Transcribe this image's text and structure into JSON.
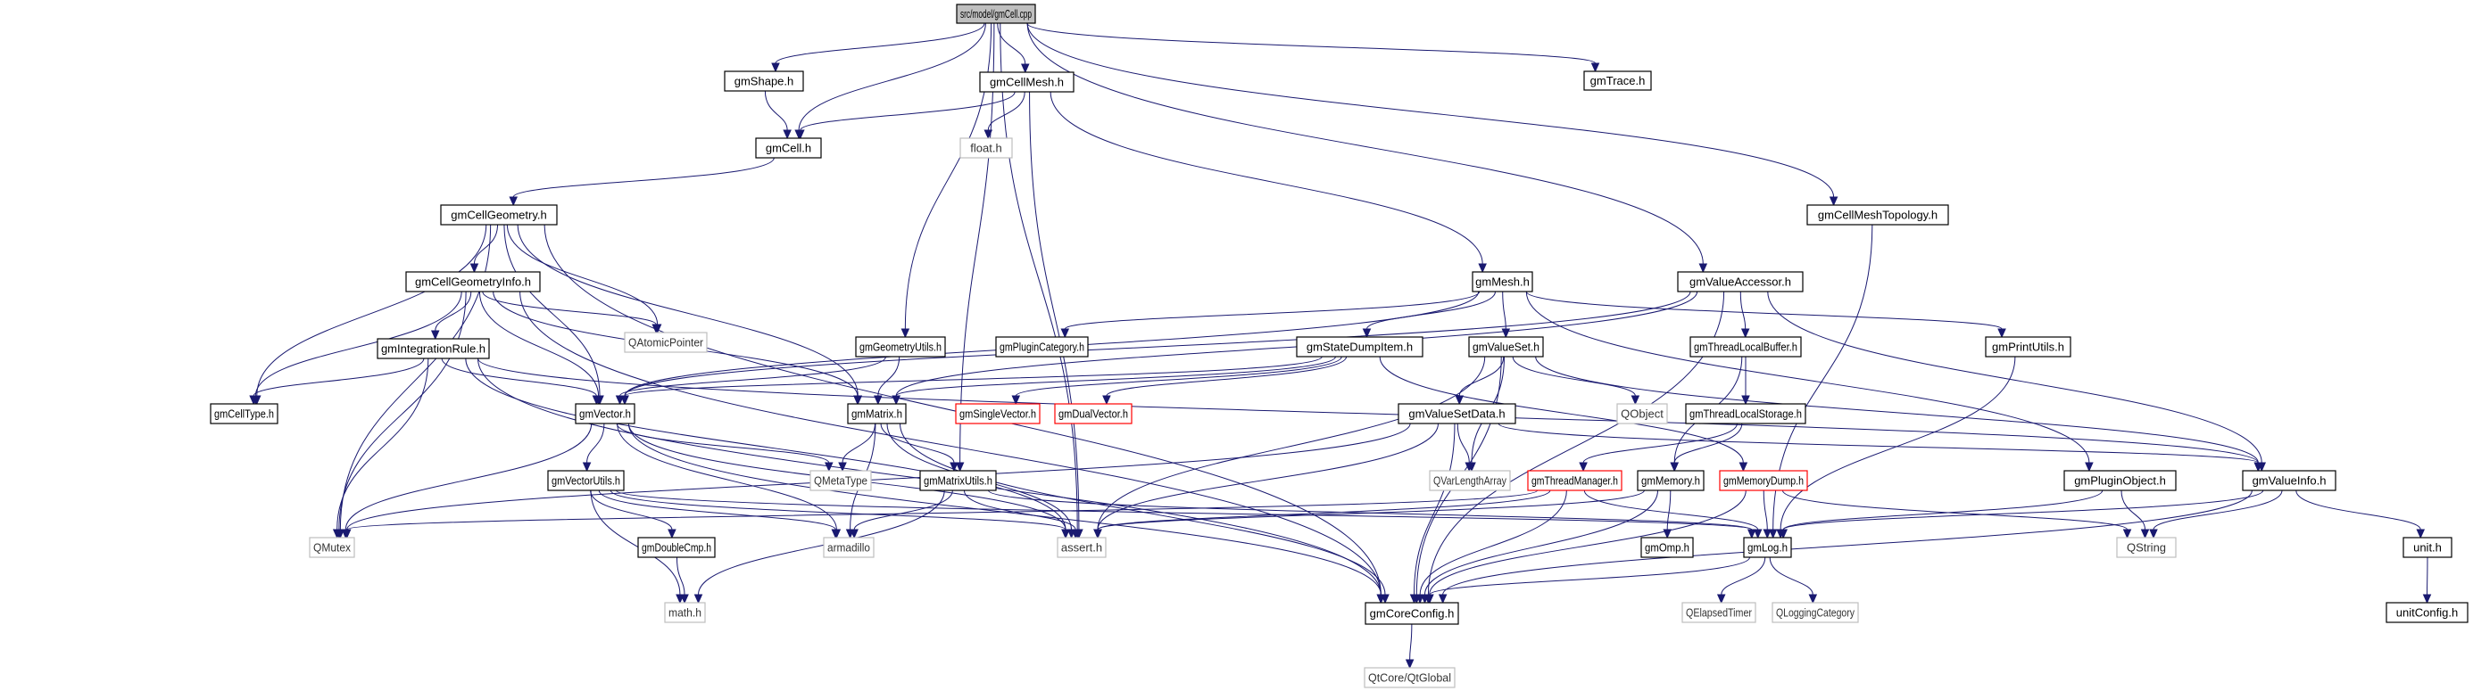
{
  "title": "src/model/gmCell.cpp",
  "colors": {
    "edge": "#191970",
    "internal_border": "#000000",
    "external_border": "#bfbfbf",
    "missing_border": "#ff0000",
    "root_fill": "#bfbfbf"
  },
  "nodes": [
    {
      "id": "root",
      "label": "src/model/gmCell.cpp",
      "kind": "root"
    },
    {
      "id": "gmTrace",
      "label": "gmTrace.h",
      "kind": "internal"
    },
    {
      "id": "gmShape",
      "label": "gmShape.h",
      "kind": "internal"
    },
    {
      "id": "gmCellMesh",
      "label": "gmCellMesh.h",
      "kind": "internal"
    },
    {
      "id": "gmCell",
      "label": "gmCell.h",
      "kind": "internal"
    },
    {
      "id": "float",
      "label": "float.h",
      "kind": "external"
    },
    {
      "id": "gmCellGeometry",
      "label": "gmCellGeometry.h",
      "kind": "internal"
    },
    {
      "id": "gmCellMeshTopology",
      "label": "gmCellMeshTopology.h",
      "kind": "internal"
    },
    {
      "id": "gmCellGeometryInfo",
      "label": "gmCellGeometryInfo.h",
      "kind": "internal"
    },
    {
      "id": "gmMesh",
      "label": "gmMesh.h",
      "kind": "internal"
    },
    {
      "id": "gmValueAccessor",
      "label": "gmValueAccessor.h",
      "kind": "internal"
    },
    {
      "id": "QAtomicPointer",
      "label": "QAtomicPointer",
      "kind": "external"
    },
    {
      "id": "gmIntegrationRule",
      "label": "gmIntegrationRule.h",
      "kind": "internal"
    },
    {
      "id": "gmGeometryUtils",
      "label": "gmGeometryUtils.h",
      "kind": "internal"
    },
    {
      "id": "gmPluginCategory",
      "label": "gmPluginCategory.h",
      "kind": "internal"
    },
    {
      "id": "gmStateDumpItem",
      "label": "gmStateDumpItem.h",
      "kind": "internal"
    },
    {
      "id": "gmValueSet",
      "label": "gmValueSet.h",
      "kind": "internal"
    },
    {
      "id": "gmThreadLocalBuffer",
      "label": "gmThreadLocalBuffer.h",
      "kind": "internal"
    },
    {
      "id": "gmPrintUtils",
      "label": "gmPrintUtils.h",
      "kind": "internal"
    },
    {
      "id": "gmCellType",
      "label": "gmCellType.h",
      "kind": "internal"
    },
    {
      "id": "gmVector",
      "label": "gmVector.h",
      "kind": "internal"
    },
    {
      "id": "gmMatrix",
      "label": "gmMatrix.h",
      "kind": "internal"
    },
    {
      "id": "gmSingleVector",
      "label": "gmSingleVector.h",
      "kind": "missing"
    },
    {
      "id": "gmDualVector",
      "label": "gmDualVector.h",
      "kind": "missing"
    },
    {
      "id": "gmValueSetData",
      "label": "gmValueSetData.h",
      "kind": "internal"
    },
    {
      "id": "QObject",
      "label": "QObject",
      "kind": "external"
    },
    {
      "id": "gmThreadLocalStorage",
      "label": "gmThreadLocalStorage.h",
      "kind": "internal"
    },
    {
      "id": "QMetaType",
      "label": "QMetaType",
      "kind": "external"
    },
    {
      "id": "gmVectorUtils",
      "label": "gmVectorUtils.h",
      "kind": "internal"
    },
    {
      "id": "gmMatrixUtils",
      "label": "gmMatrixUtils.h",
      "kind": "internal"
    },
    {
      "id": "QVarLengthArray",
      "label": "QVarLengthArray",
      "kind": "external"
    },
    {
      "id": "gmThreadManager",
      "label": "gmThreadManager.h",
      "kind": "missing"
    },
    {
      "id": "gmMemory",
      "label": "gmMemory.h",
      "kind": "internal"
    },
    {
      "id": "gmMemoryDump",
      "label": "gmMemoryDump.h",
      "kind": "missing"
    },
    {
      "id": "gmPluginObject",
      "label": "gmPluginObject.h",
      "kind": "internal"
    },
    {
      "id": "gmValueInfo",
      "label": "gmValueInfo.h",
      "kind": "internal"
    },
    {
      "id": "QMutex",
      "label": "QMutex",
      "kind": "external"
    },
    {
      "id": "armadillo",
      "label": "armadillo",
      "kind": "external"
    },
    {
      "id": "assert",
      "label": "assert.h",
      "kind": "external"
    },
    {
      "id": "gmDoubleCmp",
      "label": "gmDoubleCmp.h",
      "kind": "internal"
    },
    {
      "id": "gmOmp",
      "label": "gmOmp.h",
      "kind": "internal"
    },
    {
      "id": "gmLog",
      "label": "gmLog.h",
      "kind": "internal"
    },
    {
      "id": "QString",
      "label": "QString",
      "kind": "external"
    },
    {
      "id": "unit",
      "label": "unit.h",
      "kind": "internal"
    },
    {
      "id": "math",
      "label": "math.h",
      "kind": "external"
    },
    {
      "id": "gmCoreConfig",
      "label": "gmCoreConfig.h",
      "kind": "internal"
    },
    {
      "id": "QElapsedTimer",
      "label": "QElapsedTimer",
      "kind": "external"
    },
    {
      "id": "QLoggingCategory",
      "label": "QLoggingCategory",
      "kind": "external"
    },
    {
      "id": "unitConfig",
      "label": "unitConfig.h",
      "kind": "internal"
    },
    {
      "id": "QtGlobal",
      "label": "QtCore/QtGlobal",
      "kind": "external"
    }
  ],
  "edges": [
    [
      "root",
      "gmShape"
    ],
    [
      "root",
      "gmCell"
    ],
    [
      "root",
      "gmCellMesh"
    ],
    [
      "root",
      "gmTrace"
    ],
    [
      "root",
      "gmGeometryUtils"
    ],
    [
      "root",
      "gmMatrixUtils"
    ],
    [
      "root",
      "assert"
    ],
    [
      "root",
      "gmCellMeshTopology"
    ],
    [
      "root",
      "gmValueAccessor"
    ],
    [
      "gmShape",
      "gmCell"
    ],
    [
      "gmCellMesh",
      "gmCell"
    ],
    [
      "gmCellMesh",
      "float"
    ],
    [
      "gmCellMesh",
      "gmMesh"
    ],
    [
      "gmCellMesh",
      "assert"
    ],
    [
      "gmCell",
      "gmCellGeometry"
    ],
    [
      "gmCellGeometry",
      "gmCellGeometryInfo"
    ],
    [
      "gmCellGeometry",
      "QAtomicPointer"
    ],
    [
      "gmCellGeometry",
      "gmCellType"
    ],
    [
      "gmCellGeometry",
      "gmVector"
    ],
    [
      "gmCellGeometry",
      "gmMatrix"
    ],
    [
      "gmCellGeometry",
      "QMutex"
    ],
    [
      "gmCellGeometry",
      "gmCoreConfig"
    ],
    [
      "gmCellGeometryInfo",
      "gmIntegrationRule"
    ],
    [
      "gmCellGeometryInfo",
      "gmCellType"
    ],
    [
      "gmCellGeometryInfo",
      "gmVector"
    ],
    [
      "gmCellGeometryInfo",
      "gmMatrix"
    ],
    [
      "gmCellGeometryInfo",
      "QAtomicPointer"
    ],
    [
      "gmCellGeometryInfo",
      "QMutex"
    ],
    [
      "gmCellGeometryInfo",
      "gmCoreConfig"
    ],
    [
      "gmIntegrationRule",
      "gmCellType"
    ],
    [
      "gmIntegrationRule",
      "gmVector"
    ],
    [
      "gmIntegrationRule",
      "QMutex"
    ],
    [
      "gmIntegrationRule",
      "assert"
    ],
    [
      "gmIntegrationRule",
      "gmCoreConfig"
    ],
    [
      "gmIntegrationRule",
      "gmValueInfo"
    ],
    [
      "gmGeometryUtils",
      "gmVector"
    ],
    [
      "gmGeometryUtils",
      "gmMatrix"
    ],
    [
      "gmMesh",
      "gmPluginCategory"
    ],
    [
      "gmMesh",
      "gmStateDumpItem"
    ],
    [
      "gmMesh",
      "gmValueSet"
    ],
    [
      "gmMesh",
      "gmPrintUtils"
    ],
    [
      "gmMesh",
      "gmVector"
    ],
    [
      "gmMesh",
      "gmPluginObject"
    ],
    [
      "gmValueAccessor",
      "gmThreadLocalBuffer"
    ],
    [
      "gmValueAccessor",
      "gmValueInfo"
    ],
    [
      "gmValueAccessor",
      "gmVector"
    ],
    [
      "gmValueAccessor",
      "gmMatrix"
    ],
    [
      "gmValueAccessor",
      "gmCoreConfig"
    ],
    [
      "gmStateDumpItem",
      "gmSingleVector"
    ],
    [
      "gmStateDumpItem",
      "gmDualVector"
    ],
    [
      "gmStateDumpItem",
      "gmVector"
    ],
    [
      "gmStateDumpItem",
      "gmMatrix"
    ],
    [
      "gmStateDumpItem",
      "gmMemoryDump"
    ],
    [
      "gmValueSet",
      "gmValueSetData"
    ],
    [
      "gmValueSet",
      "QObject"
    ],
    [
      "gmValueSet",
      "QVarLengthArray"
    ],
    [
      "gmValueSet",
      "assert"
    ],
    [
      "gmValueSet",
      "gmCoreConfig"
    ],
    [
      "gmValueSet",
      "gmValueInfo"
    ],
    [
      "gmValueSetData",
      "QVarLengthArray"
    ],
    [
      "gmValueSetData",
      "QMutex"
    ],
    [
      "gmValueSetData",
      "assert"
    ],
    [
      "gmValueSetData",
      "gmCoreConfig"
    ],
    [
      "gmValueSetData",
      "gmValueInfo"
    ],
    [
      "gmThreadLocalBuffer",
      "gmThreadLocalStorage"
    ],
    [
      "gmThreadLocalBuffer",
      "gmMemory"
    ],
    [
      "gmThreadLocalStorage",
      "gmThreadManager"
    ],
    [
      "gmThreadLocalStorage",
      "gmMemory"
    ],
    [
      "gmPrintUtils",
      "gmLog"
    ],
    [
      "gmCellMeshTopology",
      "gmLog"
    ],
    [
      "gmVector",
      "gmVectorUtils"
    ],
    [
      "gmVector",
      "QMetaType"
    ],
    [
      "gmVector",
      "armadillo"
    ],
    [
      "gmVector",
      "assert"
    ],
    [
      "gmVector",
      "gmCoreConfig"
    ],
    [
      "gmVector",
      "QMutex"
    ],
    [
      "gmMatrix",
      "QMetaType"
    ],
    [
      "gmMatrix",
      "gmMatrixUtils"
    ],
    [
      "gmMatrix",
      "armadillo"
    ],
    [
      "gmMatrix",
      "assert"
    ],
    [
      "gmMatrix",
      "gmCoreConfig"
    ],
    [
      "gmVectorUtils",
      "gmDoubleCmp"
    ],
    [
      "gmVectorUtils",
      "math"
    ],
    [
      "gmVectorUtils",
      "armadillo"
    ],
    [
      "gmVectorUtils",
      "assert"
    ],
    [
      "gmVectorUtils",
      "gmLog"
    ],
    [
      "gmMatrixUtils",
      "armadillo"
    ],
    [
      "gmMatrixUtils",
      "math"
    ],
    [
      "gmMatrixUtils",
      "assert"
    ],
    [
      "gmMatrixUtils",
      "gmLog"
    ],
    [
      "gmDoubleCmp",
      "math"
    ],
    [
      "gmThreadManager",
      "gmLog"
    ],
    [
      "gmThreadManager",
      "assert"
    ],
    [
      "gmThreadManager",
      "gmCoreConfig"
    ],
    [
      "gmThreadManager",
      "QMutex"
    ],
    [
      "gmMemory",
      "gmOmp"
    ],
    [
      "gmMemory",
      "assert"
    ],
    [
      "gmMemory",
      "gmCoreConfig"
    ],
    [
      "gmMemoryDump",
      "gmLog"
    ],
    [
      "gmMemoryDump",
      "gmCoreConfig"
    ],
    [
      "gmMemoryDump",
      "QString"
    ],
    [
      "gmPluginObject",
      "QString"
    ],
    [
      "gmPluginObject",
      "gmLog"
    ],
    [
      "gmValueInfo",
      "QString"
    ],
    [
      "gmValueInfo",
      "unit"
    ],
    [
      "gmValueInfo",
      "gmLog"
    ],
    [
      "gmValueInfo",
      "gmCoreConfig"
    ],
    [
      "unit",
      "unitConfig"
    ],
    [
      "gmLog",
      "QElapsedTimer"
    ],
    [
      "gmLog",
      "QLoggingCategory"
    ],
    [
      "gmLog",
      "gmCoreConfig"
    ],
    [
      "gmCoreConfig",
      "QtGlobal"
    ]
  ]
}
